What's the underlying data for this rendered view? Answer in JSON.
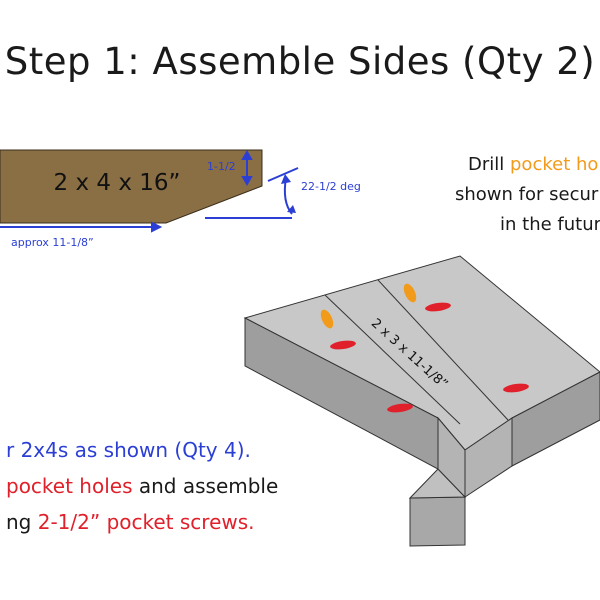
{
  "title": "Step 1: Assemble Sides (Qty 2)",
  "board_profile": {
    "label": "2 x 4 x 16”",
    "thickness_label": "1-1/2",
    "angle_label": "22-1/2 deg",
    "length_label": "approx 11-1/8”",
    "fill_color": "#8a6f45"
  },
  "assembly": {
    "middle_label": "2 x 3 x 11-1/8”",
    "face_color": "#c8c8c8",
    "side_color": "#9e9e9e",
    "orange_hole_color": "#f29a1a",
    "red_hole_color": "#e0202a"
  },
  "note_right": {
    "line1_a": "Drill ",
    "line1_b": "pocket ho",
    "line2": "shown for secur",
    "line3": "in the futur"
  },
  "note_left": {
    "line1": "r 2x4s as shown (Qty 4).",
    "line2_a": "pocket holes",
    "line2_b": " and assemble",
    "line3_a": "ng ",
    "line3_b": "2-1/2” pocket screws."
  },
  "colors": {
    "blue": "#2b3fd4",
    "red": "#e0202a",
    "orange": "#f29a1a"
  }
}
